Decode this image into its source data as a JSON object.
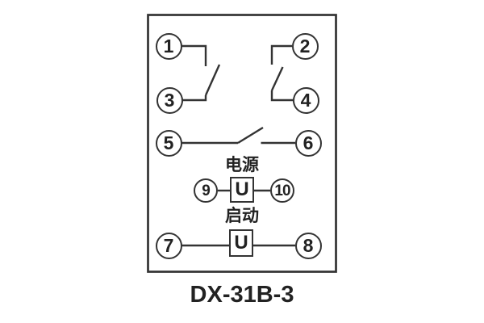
{
  "diagram": {
    "caption": "DX-31B-3",
    "terminals": [
      "1",
      "2",
      "3",
      "4",
      "5",
      "6",
      "7",
      "8",
      "9",
      "10"
    ],
    "power": {
      "label": "电源",
      "symbol": "U"
    },
    "start": {
      "label": "启动",
      "symbol": "U"
    },
    "colors": {
      "line": "#333333",
      "text": "#222222",
      "background": "#ffffff"
    }
  }
}
